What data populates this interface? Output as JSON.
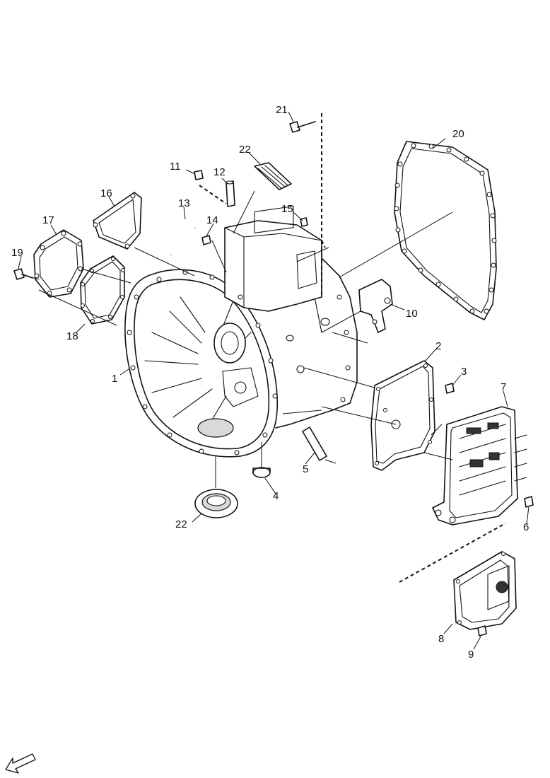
{
  "callouts": {
    "c1": "1",
    "c2": "2",
    "c3": "3",
    "c4": "4",
    "c5": "5",
    "c6": "6",
    "c7": "7",
    "c8": "8",
    "c9": "9",
    "c10": "10",
    "c11": "11",
    "c12": "12",
    "c13": "13",
    "c14": "14",
    "c15": "15",
    "c16": "16",
    "c17": "17",
    "c18": "18",
    "c19": "19",
    "c20": "20",
    "c21": "21",
    "c22a": "22",
    "c22b": "22"
  },
  "orientation_arrow": "arrow-icon"
}
